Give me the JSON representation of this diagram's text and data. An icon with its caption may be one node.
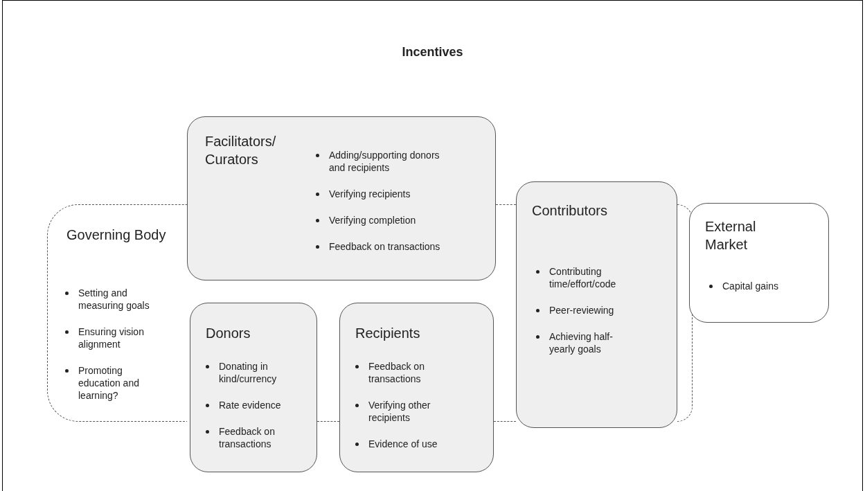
{
  "diagram": {
    "title": "Incentives",
    "nodes": [
      {
        "text": [
          "Governing Body",
          "Setting and measuring goals",
          "Ensuring vision alignment",
          "Promoting education and learning?"
        ]
      },
      {
        "text": [
          "Facilitators/ Curators",
          "Adding/supporting donors and recipients",
          "Verifying recipients",
          "Verifying completion",
          "Feedback on transactions"
        ]
      },
      {
        "text": [
          "Donors",
          "Donating in kind/currency",
          "Rate evidence",
          "Feedback on transactions"
        ]
      },
      {
        "text": [
          "Recipients",
          "Feedback on transactions",
          "Verifying other recipients",
          "Evidence of use"
        ]
      },
      {
        "text": [
          "Contributors",
          "Contributing time/effort/code",
          "Peer-reviewing",
          "Achieving half-yearly goals"
        ]
      },
      {
        "text": [
          "External Market",
          "Capital gains"
        ]
      }
    ]
  }
}
